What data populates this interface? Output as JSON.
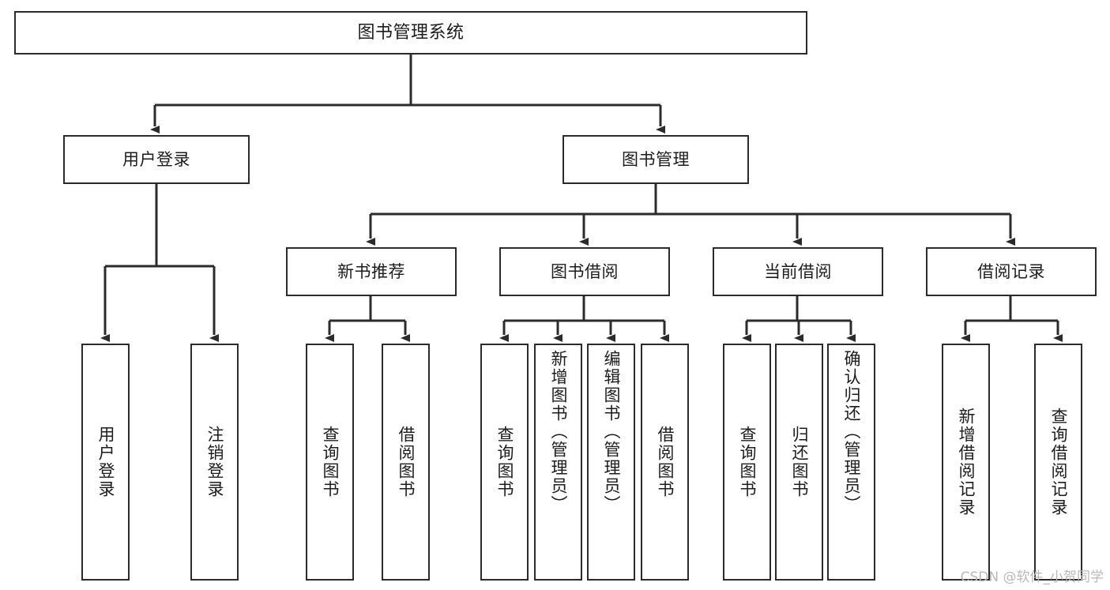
{
  "diagram": {
    "type": "tree",
    "title": "图书管理系统",
    "orientation": "top-down",
    "colors": {
      "background": "#ffffff",
      "box_border": "#2b2b2b",
      "box_fill": "#ffffff",
      "edge": "#2b2b2b",
      "text": "#1c1c1c",
      "watermark": "#b9b9b9"
    },
    "nodes": {
      "root": {
        "label": "图书管理系统",
        "level": 0
      },
      "user_login": {
        "label": "用户登录",
        "level": 1
      },
      "book_manage": {
        "label": "图书管理",
        "level": 1
      },
      "new_book_rec": {
        "label": "新书推荐",
        "level": 2
      },
      "book_borrow": {
        "label": "图书借阅",
        "level": 2
      },
      "current_borrow": {
        "label": "当前借阅",
        "level": 2
      },
      "borrow_record": {
        "label": "借阅记录",
        "level": 2
      },
      "leaf_user_login": {
        "label": "用户登录",
        "level": 3
      },
      "leaf_logout": {
        "label": "注销登录",
        "level": 3
      },
      "leaf_query_book_1": {
        "label": "查询图书",
        "level": 3
      },
      "leaf_borrow_book_1": {
        "label": "借阅图书",
        "level": 3
      },
      "leaf_query_book_2": {
        "label": "查询图书",
        "level": 3
      },
      "leaf_add_book": {
        "label": "新增图书（管理员）",
        "level": 3
      },
      "leaf_edit_book": {
        "label": "编辑图书（管理员）",
        "level": 3
      },
      "leaf_borrow_book_2": {
        "label": "借阅图书",
        "level": 3
      },
      "leaf_query_book_3": {
        "label": "查询图书",
        "level": 3
      },
      "leaf_return_book": {
        "label": "归还图书",
        "level": 3
      },
      "leaf_confirm_return": {
        "label": "确认归还（管理员）",
        "level": 3
      },
      "leaf_add_record": {
        "label": "新增借阅记录",
        "level": 3
      },
      "leaf_query_record": {
        "label": "查询借阅记录",
        "level": 3
      }
    },
    "edges": [
      {
        "from": "root",
        "to": "user_login"
      },
      {
        "from": "root",
        "to": "book_manage"
      },
      {
        "from": "book_manage",
        "to": "new_book_rec"
      },
      {
        "from": "book_manage",
        "to": "book_borrow"
      },
      {
        "from": "book_manage",
        "to": "current_borrow"
      },
      {
        "from": "book_manage",
        "to": "borrow_record"
      },
      {
        "from": "user_login",
        "to": "leaf_user_login"
      },
      {
        "from": "user_login",
        "to": "leaf_logout"
      },
      {
        "from": "new_book_rec",
        "to": "leaf_query_book_1"
      },
      {
        "from": "new_book_rec",
        "to": "leaf_borrow_book_1"
      },
      {
        "from": "book_borrow",
        "to": "leaf_query_book_2"
      },
      {
        "from": "book_borrow",
        "to": "leaf_add_book"
      },
      {
        "from": "book_borrow",
        "to": "leaf_edit_book"
      },
      {
        "from": "book_borrow",
        "to": "leaf_borrow_book_2"
      },
      {
        "from": "current_borrow",
        "to": "leaf_query_book_3"
      },
      {
        "from": "current_borrow",
        "to": "leaf_return_book"
      },
      {
        "from": "current_borrow",
        "to": "leaf_confirm_return"
      },
      {
        "from": "borrow_record",
        "to": "leaf_add_record"
      },
      {
        "from": "borrow_record",
        "to": "leaf_query_record"
      }
    ]
  },
  "watermark": {
    "text": "CSDN @软件_小贺同学"
  }
}
